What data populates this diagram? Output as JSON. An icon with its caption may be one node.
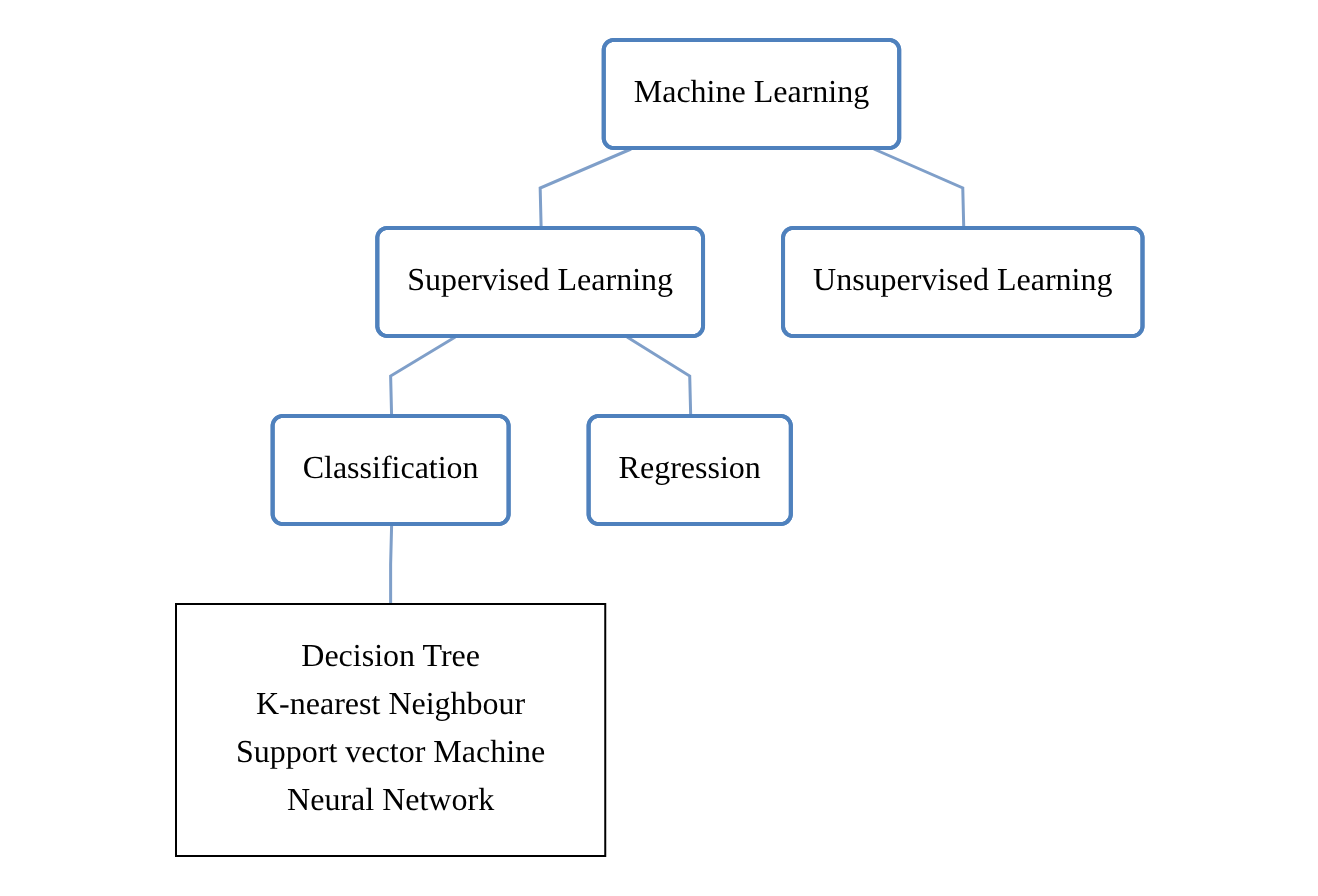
{
  "diagram": {
    "nodes": [
      {
        "text": [
          "Machine Learning"
        ]
      },
      {
        "text": [
          "Supervised Learning"
        ]
      },
      {
        "text": [
          "Unsupervised Learning"
        ]
      },
      {
        "text": [
          "Classification"
        ]
      },
      {
        "text": [
          "Regression"
        ]
      },
      {
        "text": [
          "Decision Tree",
          "K-nearest Neighbour",
          "Support vector Machine",
          "Neural Network"
        ]
      }
    ],
    "edges": [
      {
        "from": 0,
        "to": 1,
        "arrow": "none"
      },
      {
        "from": 0,
        "to": 2,
        "arrow": "none"
      },
      {
        "from": 1,
        "to": 3,
        "arrow": "none"
      },
      {
        "from": 1,
        "to": 4,
        "arrow": "none"
      },
      {
        "from": 3,
        "to": 5,
        "arrow": "none"
      }
    ]
  }
}
